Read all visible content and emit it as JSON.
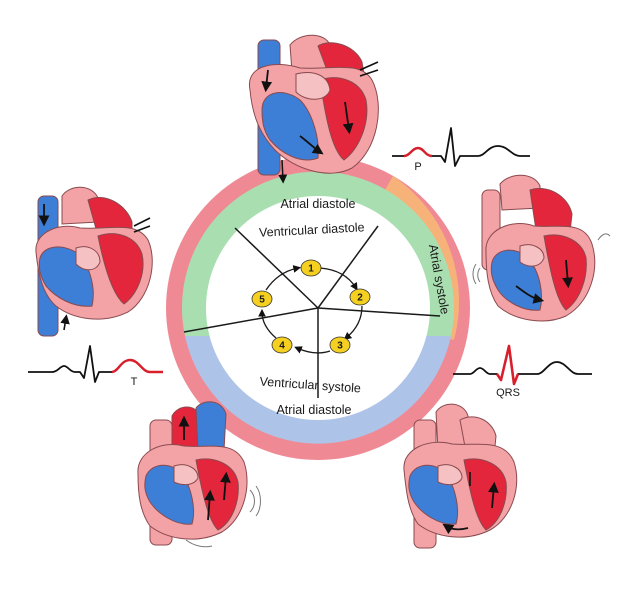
{
  "ring": {
    "outer_top": "Atrial diastole",
    "outer_bottom": "Atrial diastole",
    "outer_right": "Atrial systole",
    "inner_top": "Ventricular diastole",
    "inner_bottom": "Ventricular systole"
  },
  "steps": [
    "1",
    "2",
    "3",
    "4",
    "5"
  ],
  "ecg": {
    "p_label": "P",
    "qrs_label": "QRS",
    "t_label": "T"
  },
  "colors": {
    "outer_ring": "#ef8a95",
    "atrial_systole": "#f7b27a",
    "ventricular_diastole": "#a9dfb0",
    "ventricular_systole": "#aec3e8",
    "step_fill": "#f5d020",
    "oxygenated": "#e3263b",
    "deoxygenated": "#3d7fd6",
    "heart_tissue": "#f3a3a6",
    "ecg_highlight": "#d8202c"
  }
}
